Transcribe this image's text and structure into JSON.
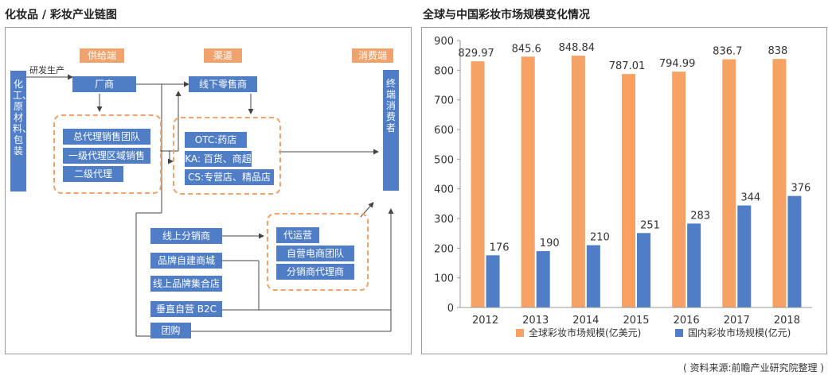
{
  "left_title": "化妆品 / 彩妆产业链图",
  "right_title": "全球与中国彩妆市场规模变化情况",
  "source": "( 资料来源:前瞻产业研究院整理 )",
  "diagram": {
    "headers": {
      "supply": "供给端",
      "channel": "渠道",
      "consumer": "消费端"
    },
    "materials": "化工、原材料、包装",
    "rd_label": "研发生产",
    "manufacturer": "厂商",
    "offline_retailer": "线下零售商",
    "agents": [
      "总代理销售团队",
      "一级代理区域销售",
      "二级代理"
    ],
    "offline_channels": [
      "OTC:药店",
      "KA: 百货、商超",
      "CS:专营店、精品店"
    ],
    "end_consumer": "终端消费者",
    "online": [
      "线上分销商",
      "品牌自建商城",
      "线上品牌集合店",
      "垂直自营 B2C",
      "团购"
    ],
    "online_services": [
      "代运营",
      "自营电商团队",
      "分销商代理商"
    ]
  },
  "colors": {
    "orange": "#f5a264",
    "blue": "#4f7ec7",
    "header": "#f0a36d"
  },
  "chart_data": {
    "type": "bar",
    "title": "全球与中国彩妆市场规模变化情况",
    "categories": [
      "2012",
      "2013",
      "2014",
      "2015",
      "2016",
      "2017",
      "2018"
    ],
    "series": [
      {
        "name": "全球彩妆市场规模(亿美元)",
        "color": "#f5a264",
        "values": [
          829.97,
          845.6,
          848.84,
          787.01,
          794.99,
          836.7,
          838
        ]
      },
      {
        "name": "国内彩妆市场规模(亿元)",
        "color": "#4f7ec7",
        "values": [
          176,
          190,
          210,
          251,
          283,
          344,
          376
        ]
      }
    ],
    "value_labels": [
      [
        "829.97",
        "845.6",
        "848.84",
        "787.01",
        "794.99",
        "836.7",
        "838"
      ],
      [
        "176",
        "190",
        "210",
        "251",
        "283",
        "344",
        "376"
      ]
    ],
    "yticks": [
      "0",
      "100",
      "200",
      "300",
      "400",
      "500",
      "600",
      "700",
      "800",
      "900"
    ],
    "ylim": [
      0,
      900
    ],
    "grid": false,
    "legend_position": "bottom"
  }
}
